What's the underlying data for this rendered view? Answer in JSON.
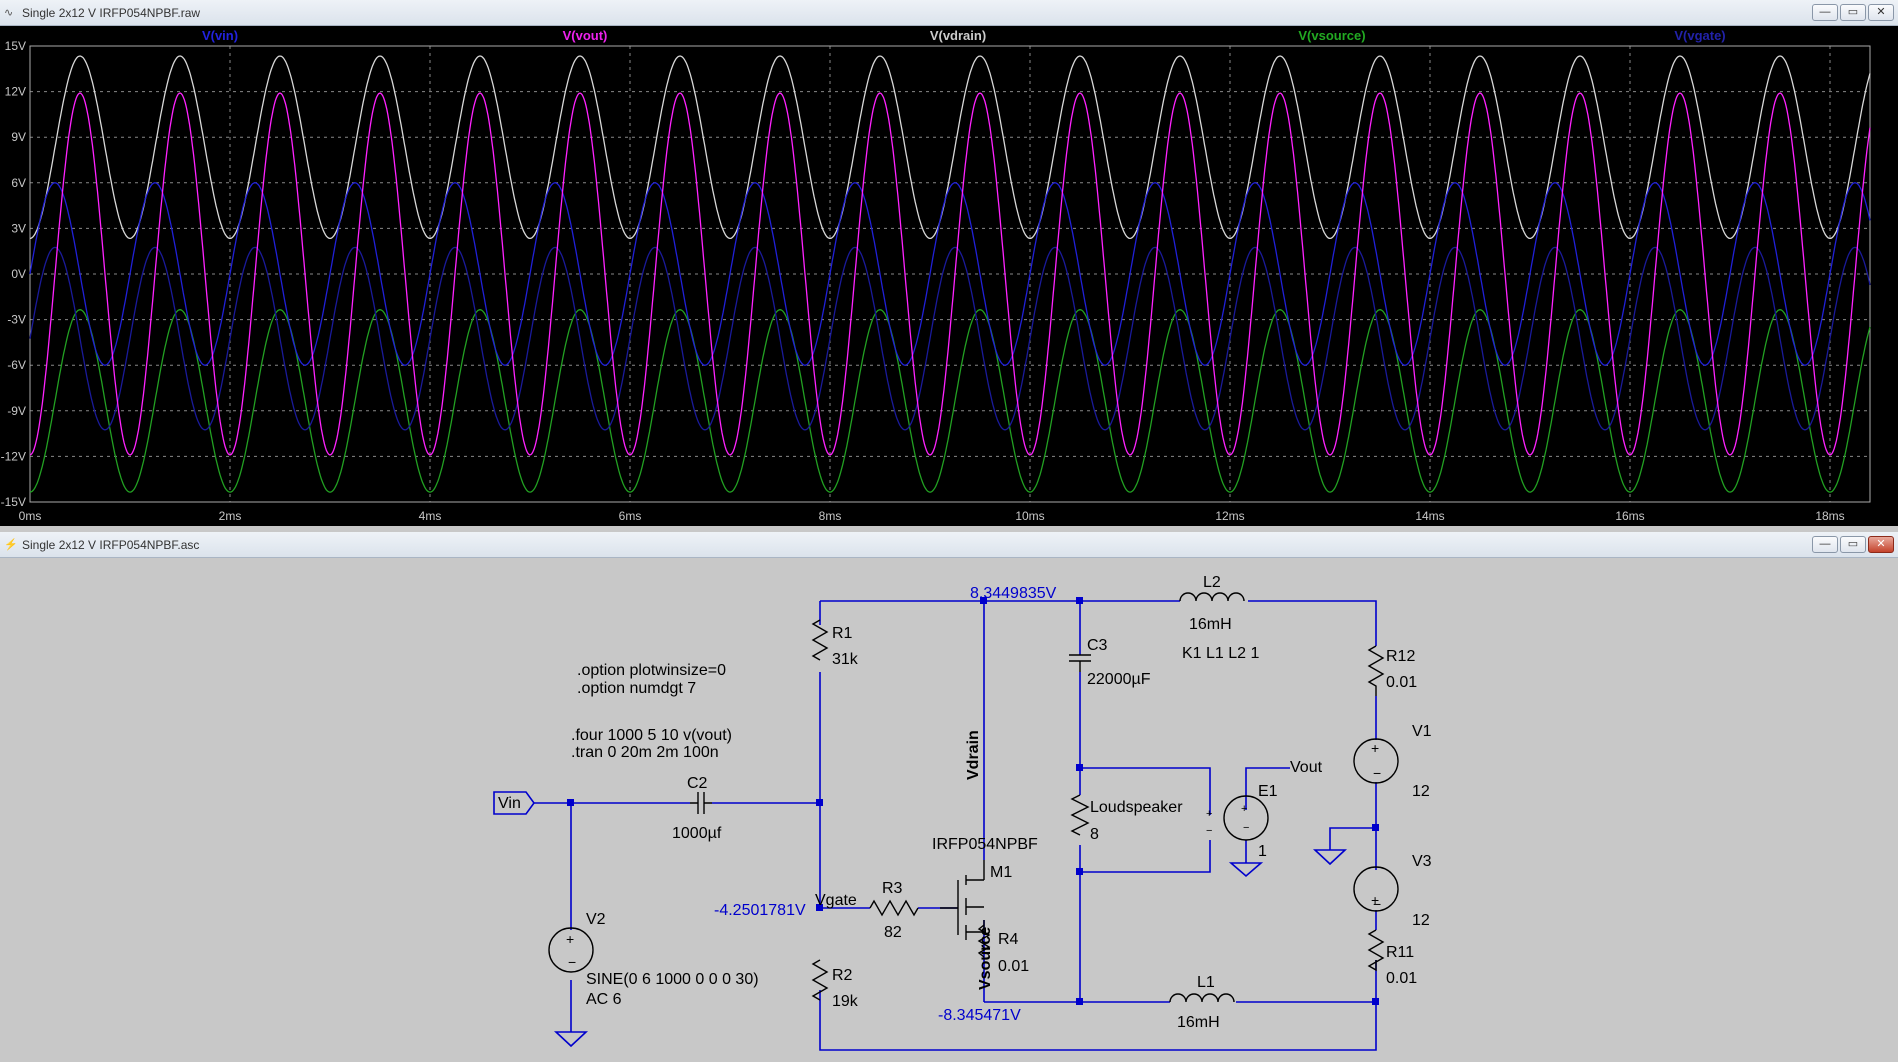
{
  "plot_window": {
    "title": "Single 2x12 V IRFP054NPBF.raw",
    "buttons": {
      "minimize": "—",
      "restore": "▭",
      "close": "✕"
    },
    "y_ticks": [
      "15V",
      "12V",
      "9V",
      "6V",
      "3V",
      "0V",
      "-3V",
      "-6V",
      "-9V",
      "-12V",
      "-15V"
    ],
    "x_ticks": [
      "0ms",
      "2ms",
      "4ms",
      "6ms",
      "8ms",
      "10ms",
      "12ms",
      "14ms",
      "16ms",
      "18ms"
    ],
    "traces": [
      {
        "label": "V(vin)",
        "color": "#2222dd"
      },
      {
        "label": "V(vout)",
        "color": "#ee22ee"
      },
      {
        "label": "V(vdrain)",
        "color": "#cccccc"
      },
      {
        "label": "V(vsource)",
        "color": "#22aa22"
      },
      {
        "label": "V(vgate)",
        "color": "#2222aa"
      }
    ]
  },
  "chart_data": {
    "type": "line",
    "xlabel": "",
    "ylabel": "",
    "xlim": [
      0,
      18.4
    ],
    "ylim": [
      -15,
      15
    ],
    "frequency_hz": 1000,
    "x_unit": "ms",
    "y_unit": "V",
    "grid": true,
    "series": [
      {
        "name": "V(vin)",
        "color": "#2020d8",
        "offset": 0,
        "amplitude": 6,
        "phase_deg": 0
      },
      {
        "name": "V(vout)",
        "color": "#ff22ff",
        "offset": 0,
        "amplitude": 11.9,
        "phase_deg": -90
      },
      {
        "name": "V(vdrain)",
        "color": "#d8d8d8",
        "offset": 8.34,
        "amplitude": 6,
        "phase_deg": -90
      },
      {
        "name": "V(vsource)",
        "color": "#22a022",
        "offset": -8.35,
        "amplitude": 6,
        "phase_deg": -90
      },
      {
        "name": "V(vgate)",
        "color": "#1a1a9a",
        "offset": -4.25,
        "amplitude": 6,
        "phase_deg": 0
      }
    ]
  },
  "schematic_window": {
    "title": "Single 2x12 V IRFP054NPBF.asc",
    "buttons": {
      "minimize": "—",
      "restore": "▭",
      "close": "✕"
    },
    "directives": [
      ".option plotwinsize=0",
      ".option numdgt 7",
      ".four 1000 5 10 v(vout)",
      ".tran 0 20m 2m 100n"
    ],
    "node_voltages": {
      "top": "8.3449835V",
      "gate": "-4.2501781V",
      "bottom": "-8.345471V"
    },
    "components": {
      "r1": {
        "name": "R1",
        "value": "31k"
      },
      "r2": {
        "name": "R2",
        "value": "19k"
      },
      "r3": {
        "name": "R3",
        "value": "82"
      },
      "r4": {
        "name": "R4",
        "value": "0.01"
      },
      "r11": {
        "name": "R11",
        "value": "0.01"
      },
      "r12": {
        "name": "R12",
        "value": "0.01"
      },
      "c2": {
        "name": "C2",
        "value": "1000µf"
      },
      "c3": {
        "name": "C3",
        "value": "22000µF"
      },
      "l1": {
        "name": "L1",
        "value": "16mH"
      },
      "l2": {
        "name": "L2",
        "value": "16mH"
      },
      "k1": "K1 L1 L2 1",
      "m1": {
        "name": "M1",
        "model": "IRFP054NPBF"
      },
      "v1": {
        "name": "V1",
        "value": "12"
      },
      "v3": {
        "name": "V3",
        "value": "12"
      },
      "v2": {
        "name": "V2",
        "value1": "SINE(0 6 1000 0 0 0 30)",
        "value2": "AC 6"
      },
      "e1": {
        "name": "E1",
        "value": "1"
      },
      "speaker": {
        "name": "Loudspeaker",
        "value": "8"
      }
    },
    "net_labels": {
      "vin": "Vin",
      "vout": "Vout",
      "vgate": "Vgate",
      "vdrain": "Vdrain",
      "vsource": "Vsource"
    }
  }
}
